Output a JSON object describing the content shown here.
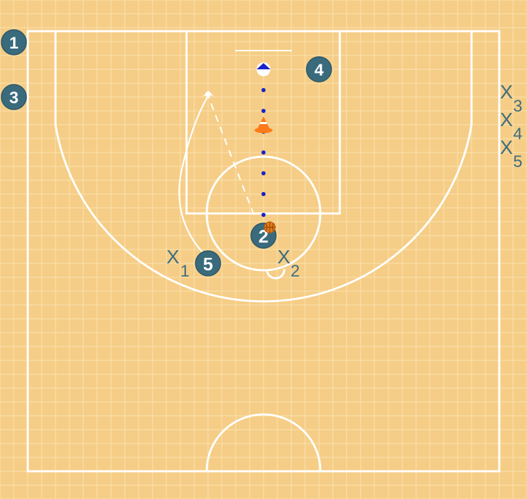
{
  "colors": {
    "court": "#f5cd86",
    "grid": "#fbe0aa",
    "lines": "#ffffff",
    "player_fill": "#3a6b7d",
    "defender_text": "#3f6e80",
    "dribble": "#1a23c8",
    "cone": "#ff7a1a",
    "ball": "#e27a1c"
  },
  "offense": [
    {
      "id": "p1",
      "label": "1"
    },
    {
      "id": "p2",
      "label": "2"
    },
    {
      "id": "p3",
      "label": "3"
    },
    {
      "id": "p4",
      "label": "4"
    },
    {
      "id": "p5",
      "label": "5"
    }
  ],
  "defense": [
    {
      "id": "x1",
      "label": "X",
      "sub": "1"
    },
    {
      "id": "x2",
      "label": "X",
      "sub": "2"
    },
    {
      "id": "x3",
      "label": "X",
      "sub": "3"
    },
    {
      "id": "x4",
      "label": "X",
      "sub": "4"
    },
    {
      "id": "x5",
      "label": "X",
      "sub": "5"
    }
  ],
  "icons": {
    "basket": "basket-icon",
    "cone": "cone-icon",
    "ball": "basketball-icon",
    "screen": "screen-icon"
  }
}
